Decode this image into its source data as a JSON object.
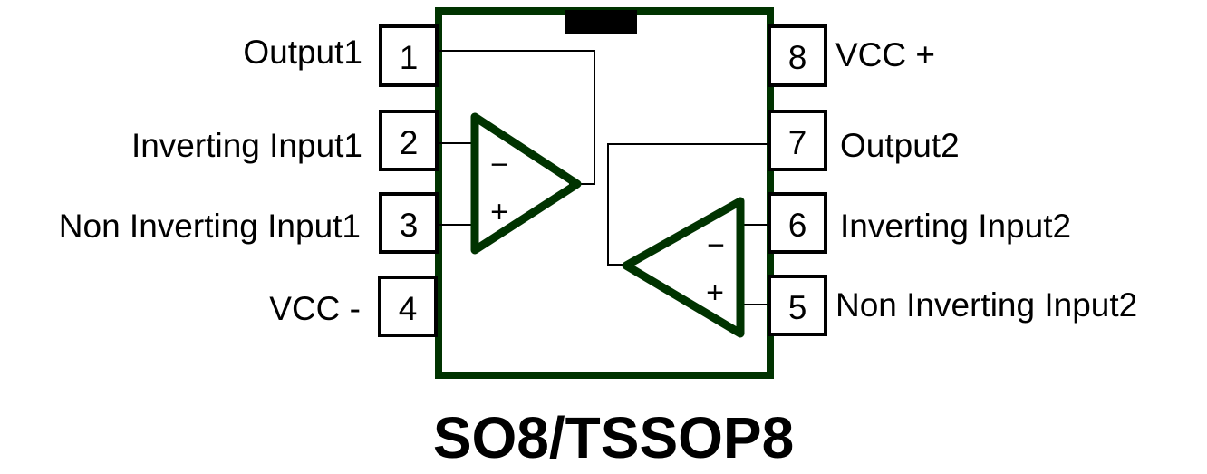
{
  "title": "SO8/TSSOP8",
  "colors": {
    "body": "#003300",
    "pins": "#000000"
  },
  "pins": [
    {
      "number": "1",
      "label": "Output1"
    },
    {
      "number": "2",
      "label": "Inverting Input1"
    },
    {
      "number": "3",
      "label": "Non Inverting Input1"
    },
    {
      "number": "4",
      "label": "VCC -"
    },
    {
      "number": "5",
      "label": "Non Inverting Input2"
    },
    {
      "number": "6",
      "label": "Inverting Input2"
    },
    {
      "number": "7",
      "label": "Output2"
    },
    {
      "number": "8",
      "label": "VCC +"
    }
  ],
  "amplifiers": [
    {
      "minus": "−",
      "plus": "+"
    },
    {
      "minus": "−",
      "plus": "+"
    }
  ]
}
